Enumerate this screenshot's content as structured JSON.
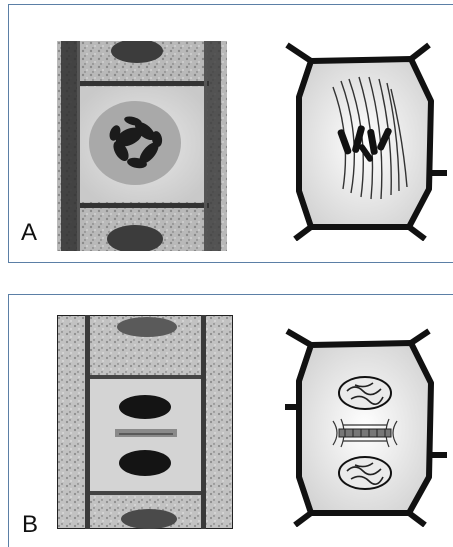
{
  "panels": [
    {
      "label": "A",
      "stage_icon": "prophase-metaphase-cell-micrograph",
      "drawing_icon": "metaphase-spindle-cell-drawing"
    },
    {
      "label": "B",
      "stage_icon": "telophase-cell-micrograph",
      "drawing_icon": "telophase-cell-plate-drawing"
    }
  ]
}
